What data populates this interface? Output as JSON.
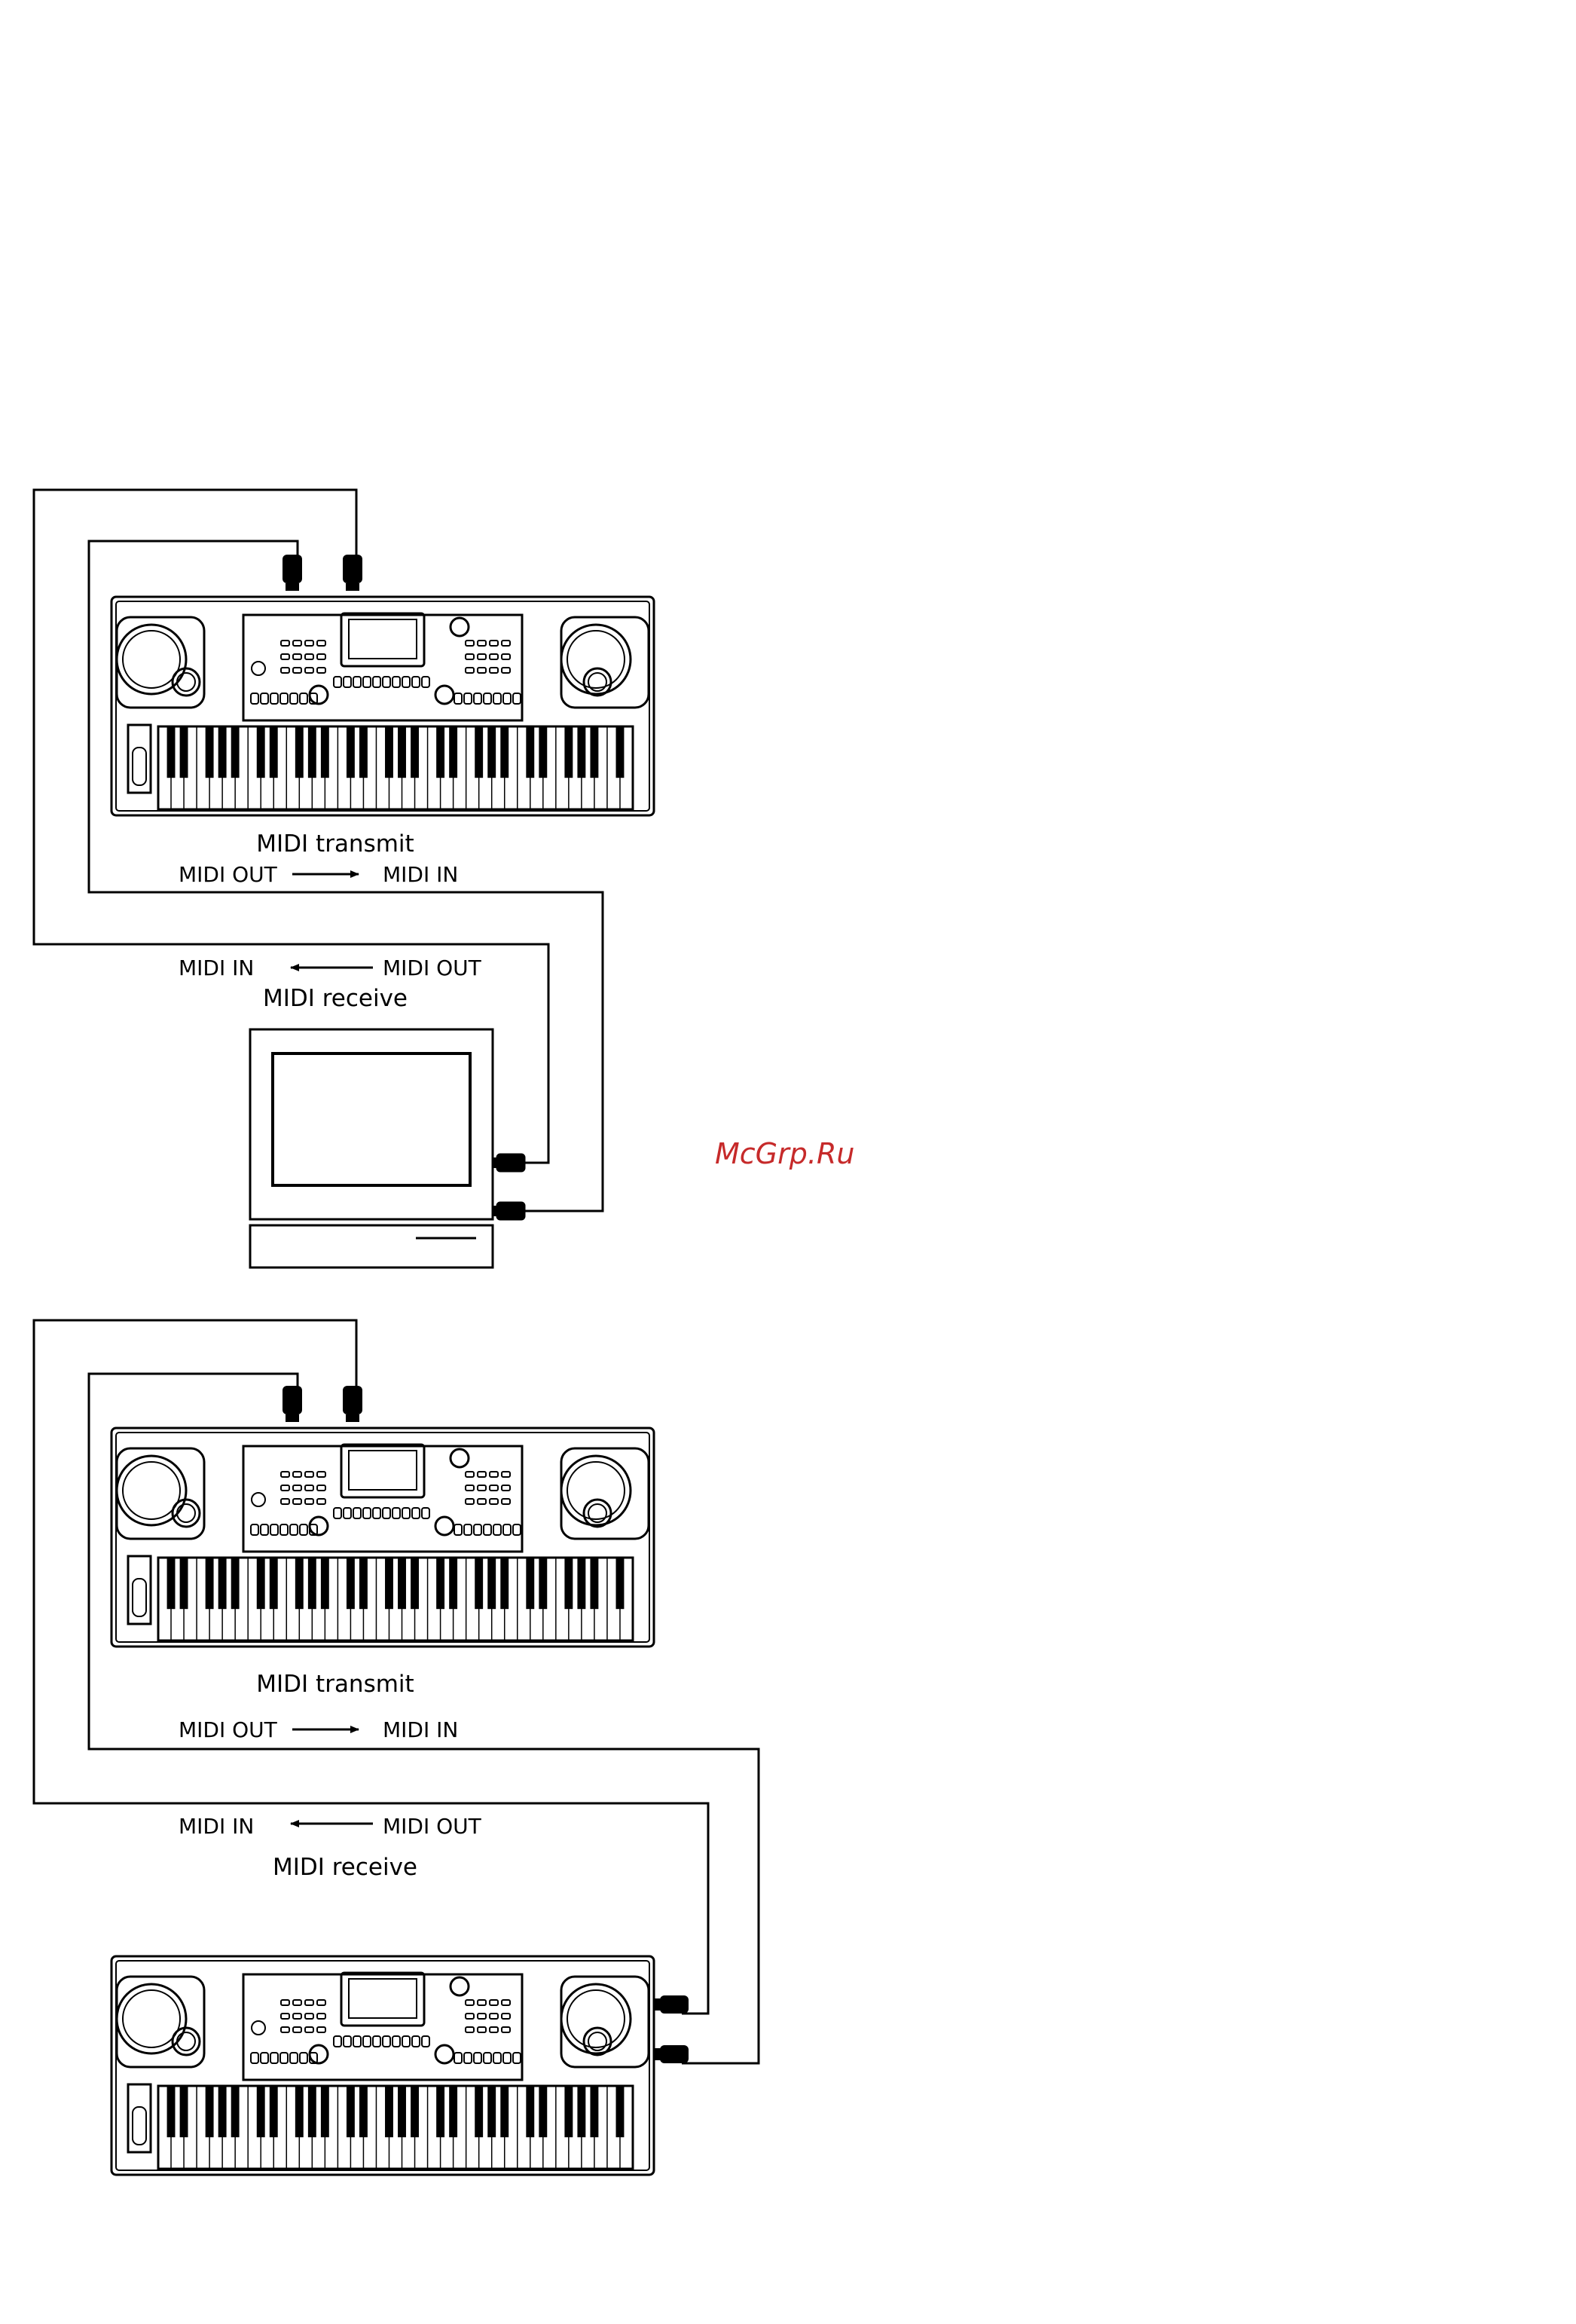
{
  "watermark": "McGrp.Ru",
  "colors": {
    "line": "#000000",
    "watermark": "#c62a2a",
    "background": "#ffffff"
  },
  "diagram1": {
    "transmit_title": "MIDI transmit",
    "transmit_from": "MIDI OUT",
    "transmit_to": "MIDI IN",
    "receive_title": "MIDI receive",
    "receive_from": "MIDI OUT",
    "receive_to": "MIDI IN",
    "top_device": "keyboard",
    "bottom_device": "computer"
  },
  "diagram2": {
    "transmit_title": "MIDI transmit",
    "transmit_from": "MIDI OUT",
    "transmit_to": "MIDI IN",
    "receive_title": "MIDI receive",
    "receive_from": "MIDI OUT",
    "receive_to": "MIDI IN",
    "top_device": "keyboard",
    "bottom_device": "keyboard"
  }
}
